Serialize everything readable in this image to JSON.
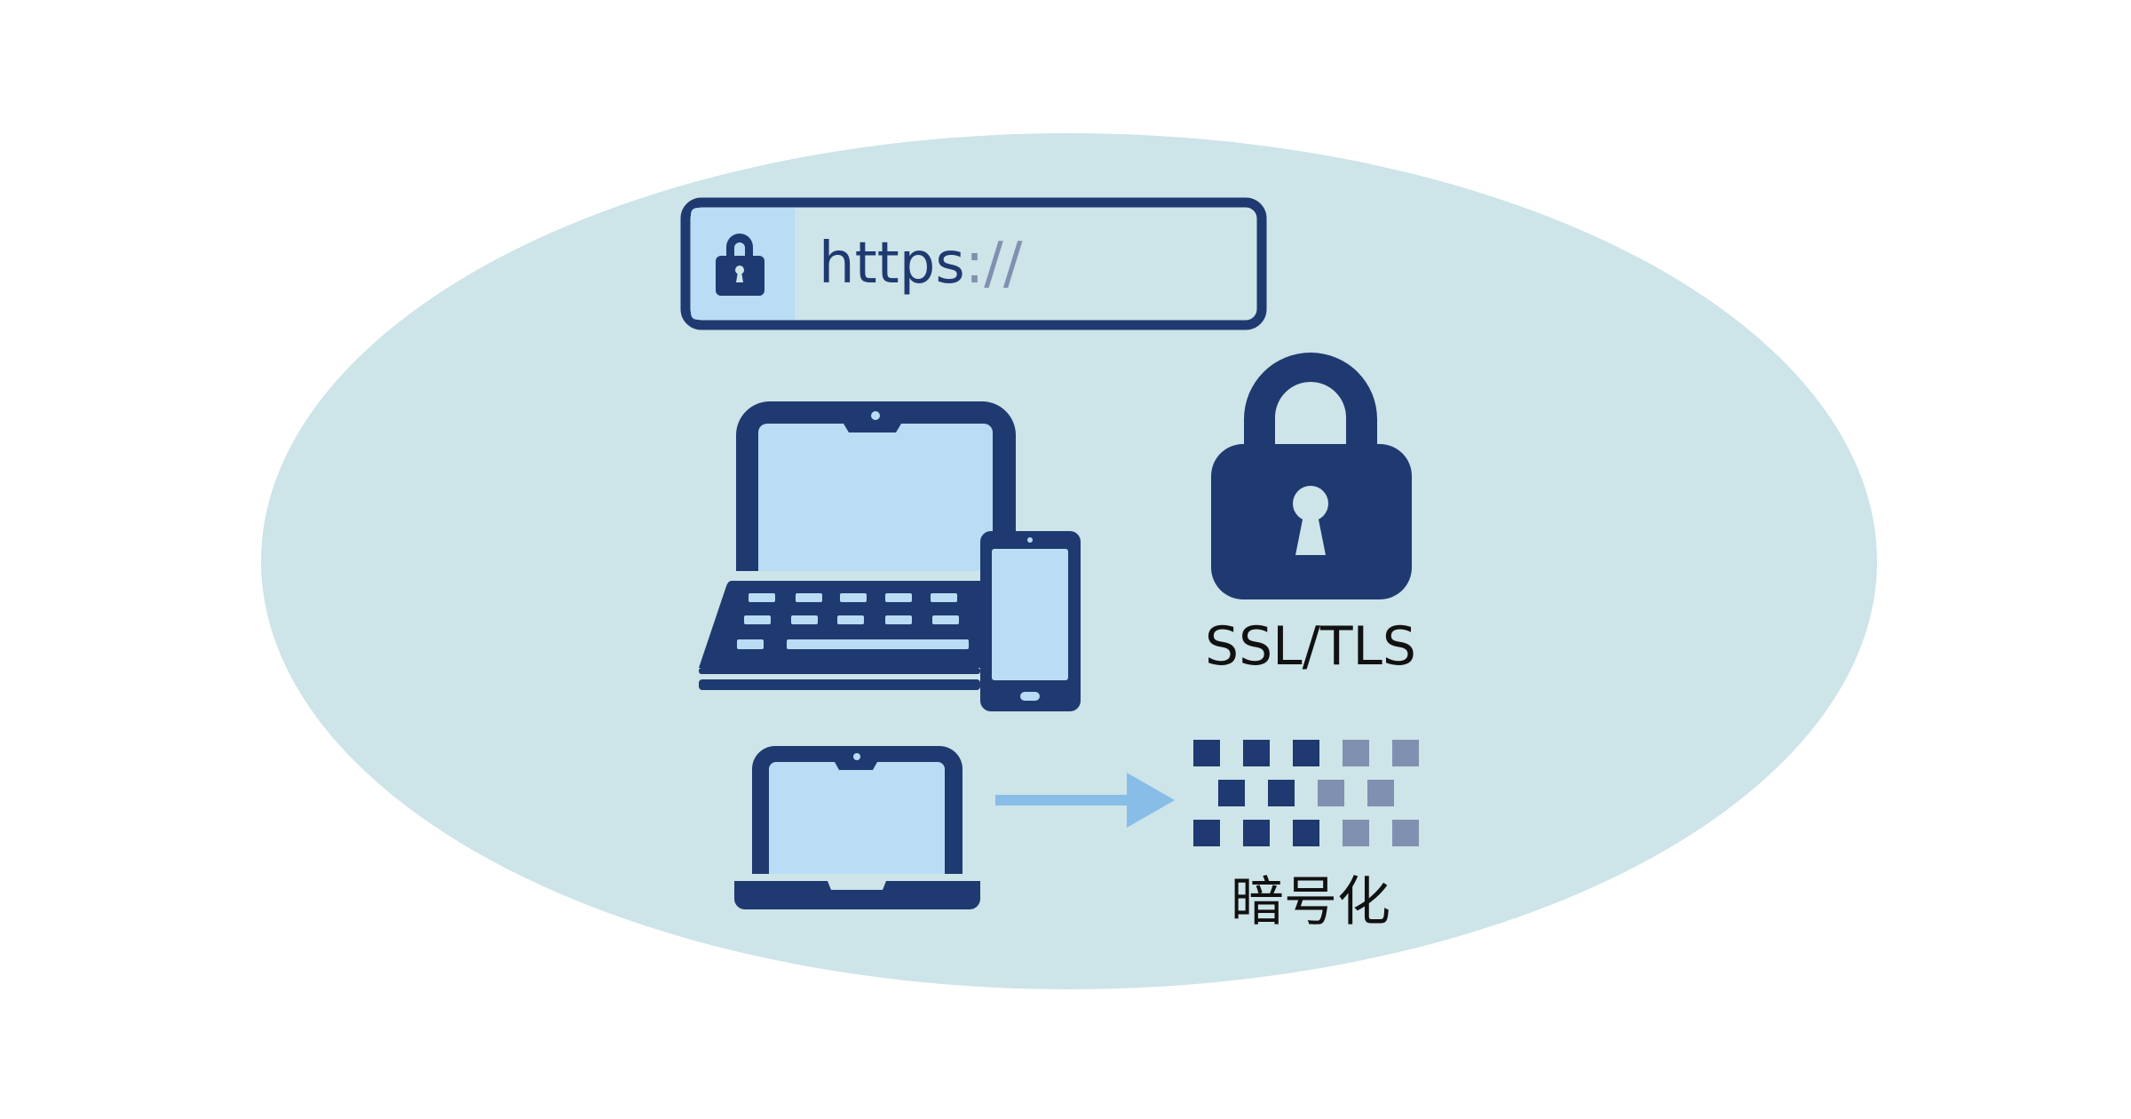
{
  "address_bar": {
    "scheme": "https",
    "separator": "://",
    "icon": "lock-icon"
  },
  "ssl": {
    "label": "SSL/TLS",
    "icon": "padlock-icon"
  },
  "encryption": {
    "label": "暗号化",
    "icon": "encrypted-blocks-icon",
    "blocks": [
      [
        "dark",
        "dark",
        "dark",
        "light",
        "light"
      ],
      [
        "dark",
        "dark",
        "light",
        "light"
      ],
      [
        "dark",
        "dark",
        "dark",
        "light",
        "light"
      ]
    ]
  },
  "devices": [
    "laptop-icon",
    "smartphone-icon",
    "small-laptop-icon"
  ],
  "colors": {
    "navy": "#1f3a70",
    "screen": "#badcf4",
    "ellipse": "#cde4e8",
    "muted": "#8090b0",
    "arrow": "#88bde8"
  }
}
